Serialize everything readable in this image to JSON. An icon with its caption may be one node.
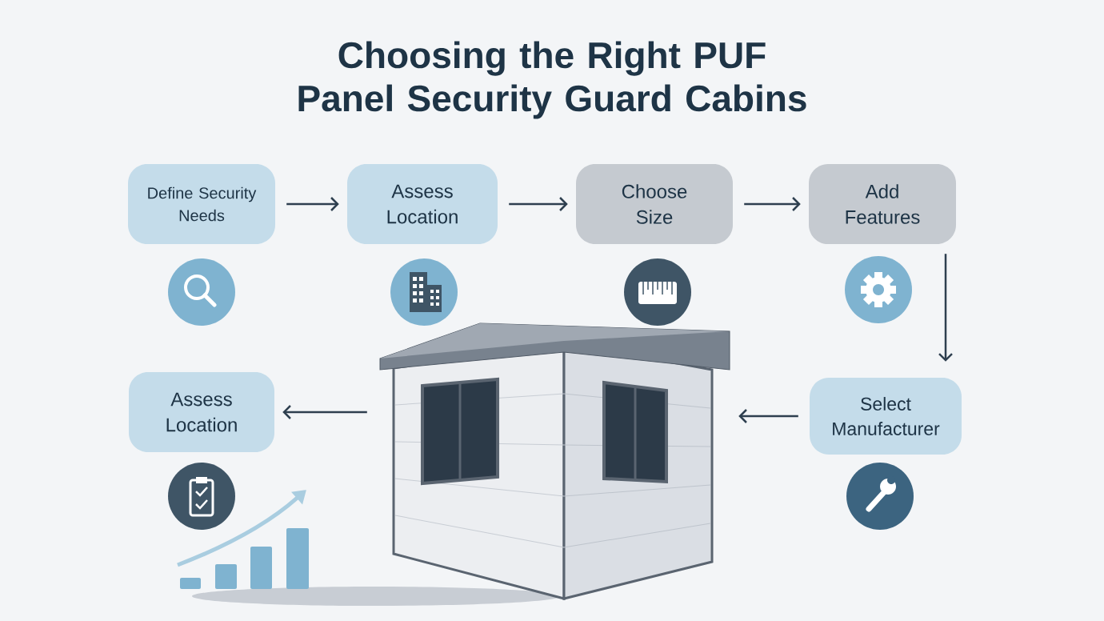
{
  "diagram": {
    "title": "Choosing the Right PUF Panel Security Guard Cabins",
    "nodes": [
      {
        "text": [
          "Define Security Needs"
        ]
      },
      {
        "text": [
          "Assess Location"
        ]
      },
      {
        "text": [
          "Choose Size"
        ]
      },
      {
        "text": [
          "Add Features"
        ]
      },
      {
        "text": [
          "Select Manufacturer"
        ]
      },
      {
        "text": [],
        "shape": "picture"
      },
      {
        "text": [
          "Assess Location"
        ]
      }
    ],
    "edges": [
      {
        "from": 0,
        "to": 1,
        "arrow": "to"
      },
      {
        "from": 1,
        "to": 2,
        "arrow": "to"
      },
      {
        "from": 2,
        "to": 3,
        "arrow": "to"
      },
      {
        "from": 3,
        "to": 4,
        "arrow": "to"
      },
      {
        "from": 4,
        "to": 5,
        "arrow": "to"
      },
      {
        "from": 5,
        "to": 6,
        "arrow": "to"
      }
    ]
  }
}
